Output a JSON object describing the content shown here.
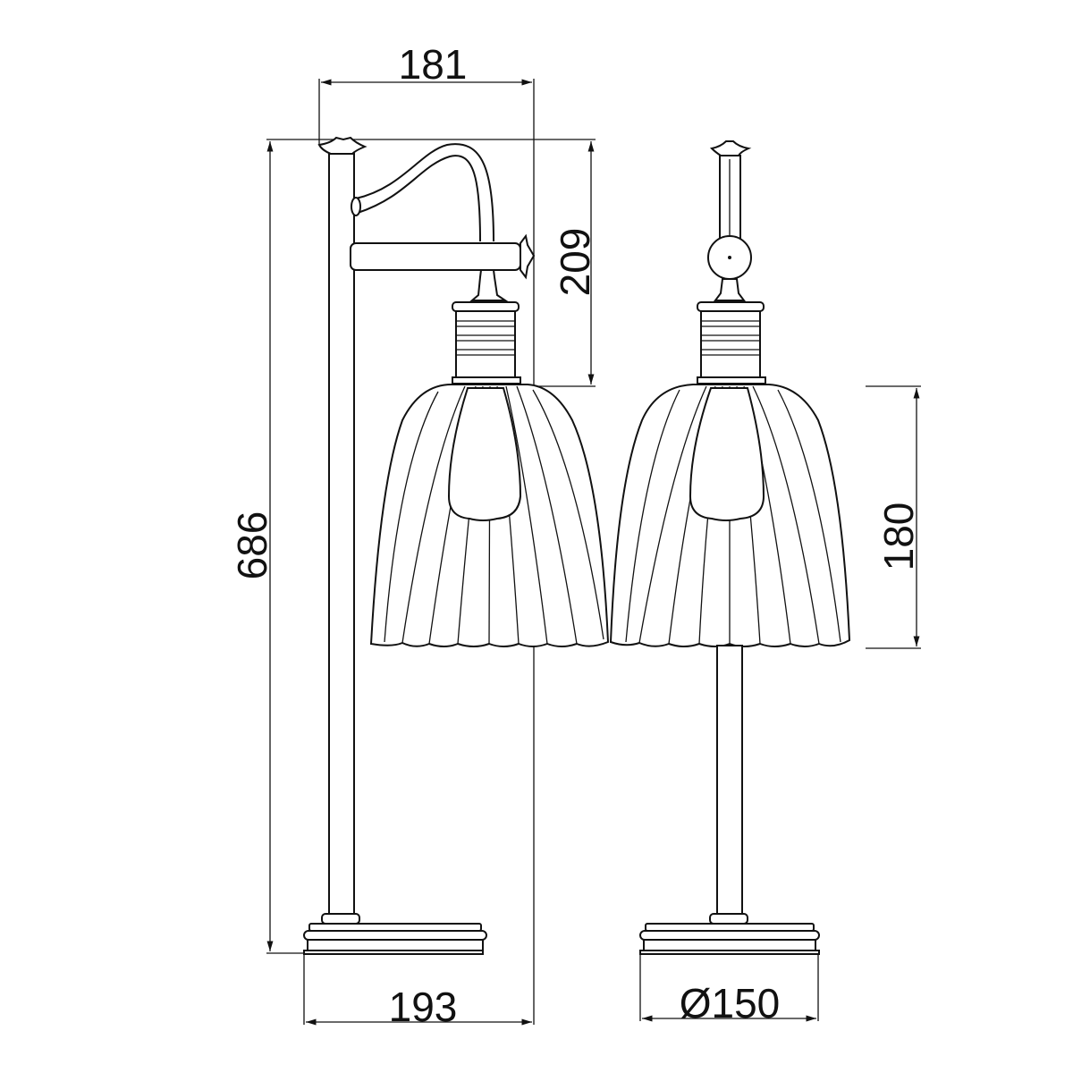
{
  "dimensions": {
    "arm_reach": "181",
    "arm_height": "209",
    "total_height": "686",
    "base_depth": "193",
    "base_diameter": "Ø150",
    "shade_height": "180"
  },
  "colors": {
    "line": "#111111",
    "background": "#ffffff"
  }
}
